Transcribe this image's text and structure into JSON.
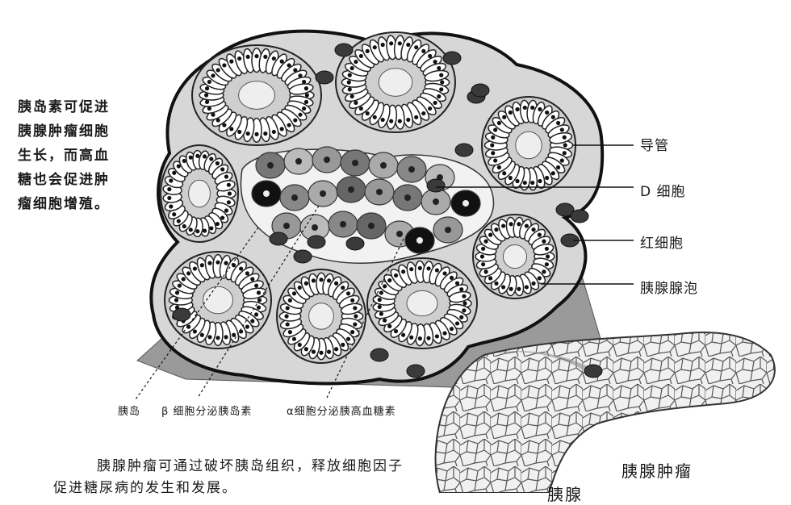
{
  "side_note": "胰岛素可促进胰腺肿瘤细胞生长，而高血糖也会促进肿瘤细胞增殖。",
  "labels": {
    "duct": "导管",
    "d_cell": "D 细胞",
    "red_blood_cell": "红细胞",
    "acinus": "胰腺腺泡",
    "islet": "胰岛",
    "beta_cell": "β 细胞分泌胰岛素",
    "alpha_cell": "α细胞分泌胰高血糖素",
    "pancreatic_tumor": "胰腺肿瘤",
    "pancreas": "胰腺"
  },
  "bottom_note": "胰腺肿瘤可通过破坏胰岛组织，释放细胞因子促进糖尿病的发生和发展。"
}
